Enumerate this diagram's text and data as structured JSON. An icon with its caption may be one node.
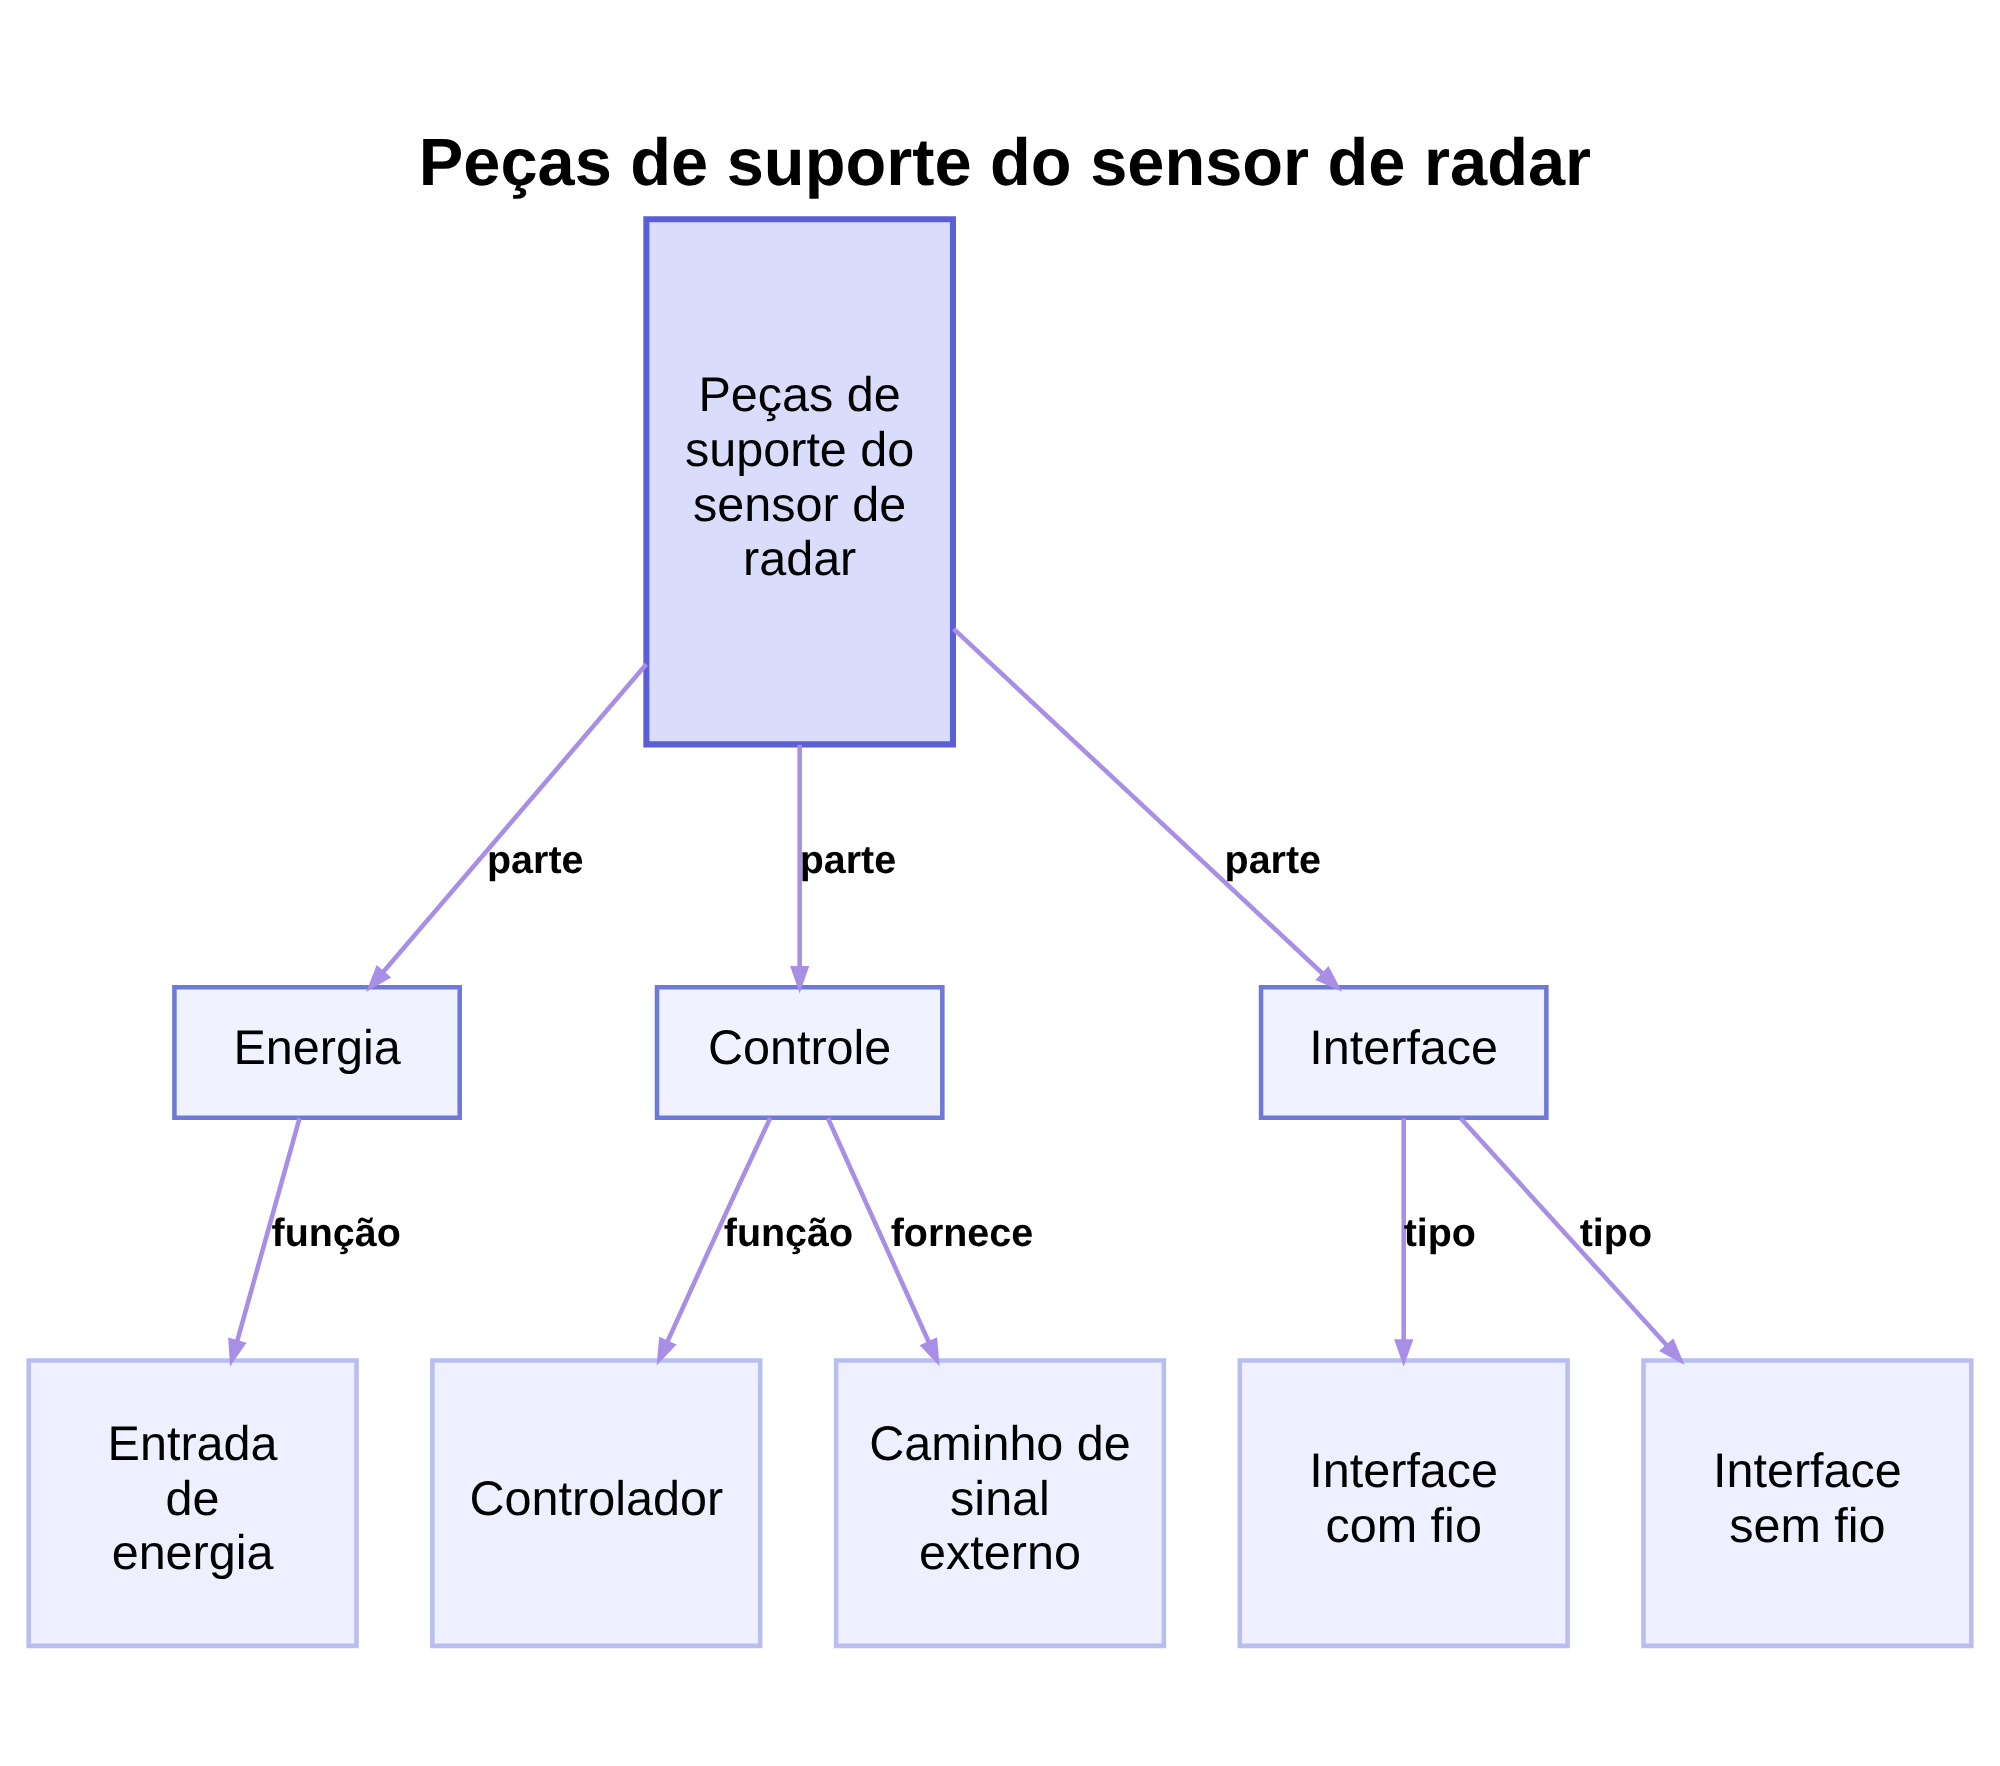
{
  "diagram": {
    "title": "Peças de suporte do sensor de radar",
    "nodes": [
      {
        "text": [
          "Peças de suporte do sensor de radar"
        ]
      },
      {
        "text": [
          "Energia"
        ]
      },
      {
        "text": [
          "Controle"
        ]
      },
      {
        "text": [
          "Interface"
        ]
      },
      {
        "text": [
          "Entrada de energia"
        ]
      },
      {
        "text": [
          "Controlador"
        ]
      },
      {
        "text": [
          "Caminho de sinal externo"
        ]
      },
      {
        "text": [
          "Interface com fio"
        ]
      },
      {
        "text": [
          "Interface sem fio"
        ]
      }
    ],
    "edges": [
      {
        "from": 0,
        "to": 1,
        "arrow": "to",
        "label": "parte"
      },
      {
        "from": 0,
        "to": 2,
        "arrow": "to",
        "label": "parte"
      },
      {
        "from": 0,
        "to": 3,
        "arrow": "to",
        "label": "parte"
      },
      {
        "from": 1,
        "to": 4,
        "arrow": "to",
        "label": "função"
      },
      {
        "from": 2,
        "to": 5,
        "arrow": "to",
        "label": "função"
      },
      {
        "from": 2,
        "to": 6,
        "arrow": "to",
        "label": "fornece"
      },
      {
        "from": 3,
        "to": 7,
        "arrow": "to",
        "label": "tipo"
      },
      {
        "from": 3,
        "to": 8,
        "arrow": "to",
        "label": "tipo"
      }
    ]
  }
}
